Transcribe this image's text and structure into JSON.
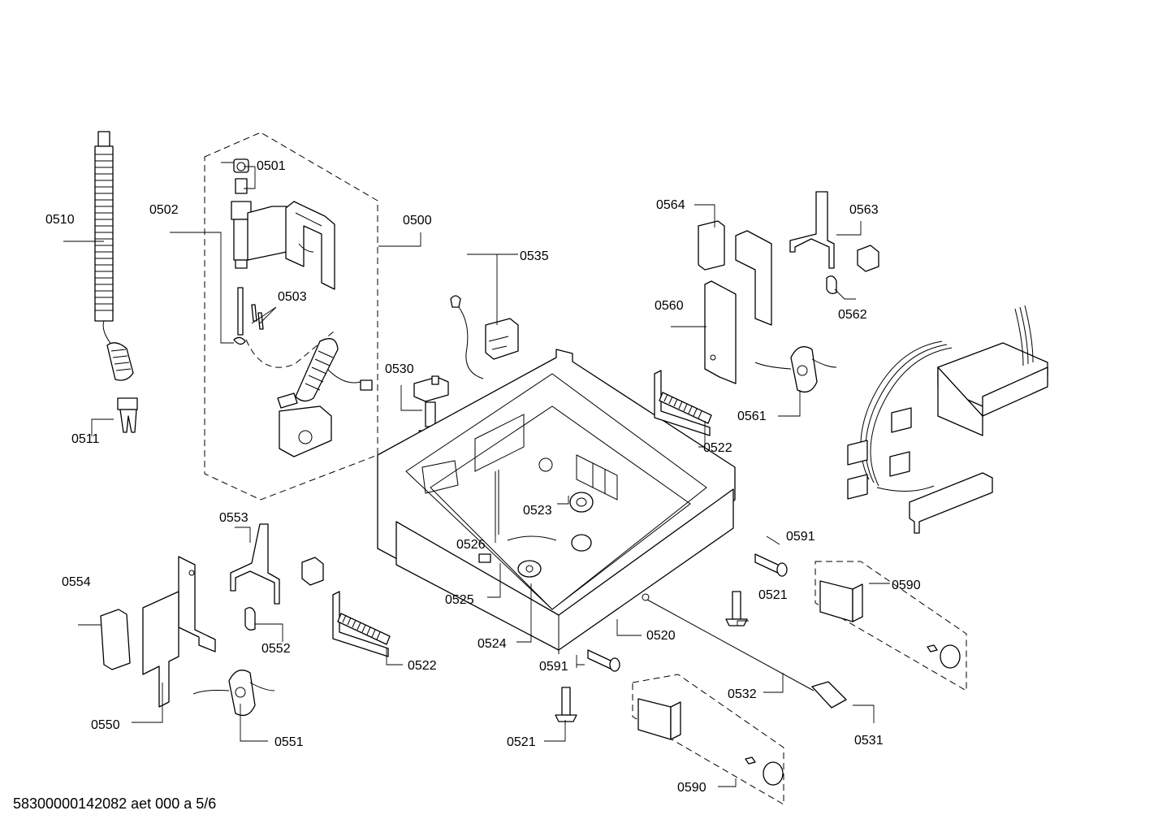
{
  "footer": {
    "document_code": "58300000142082 aet 000 a 5/6"
  },
  "labels": {
    "p0500": "0500",
    "p0501": "0501",
    "p0502": "0502",
    "p0503": "0503",
    "p0510": "0510",
    "p0511": "0511",
    "p0520": "0520",
    "p0521a": "0521",
    "p0521b": "0521",
    "p0522a": "0522",
    "p0522b": "0522",
    "p0523": "0523",
    "p0524": "0524",
    "p0525": "0525",
    "p0526": "0526",
    "p0530": "0530",
    "p0531": "0531",
    "p0532": "0532",
    "p0535": "0535",
    "p0550": "0550",
    "p0551": "0551",
    "p0552": "0552",
    "p0553": "0553",
    "p0554": "0554",
    "p0560": "0560",
    "p0561": "0561",
    "p0562": "0562",
    "p0563": "0563",
    "p0564": "0564",
    "p0590a": "0590",
    "p0590b": "0590",
    "p0591a": "0591",
    "p0591b": "0591"
  }
}
